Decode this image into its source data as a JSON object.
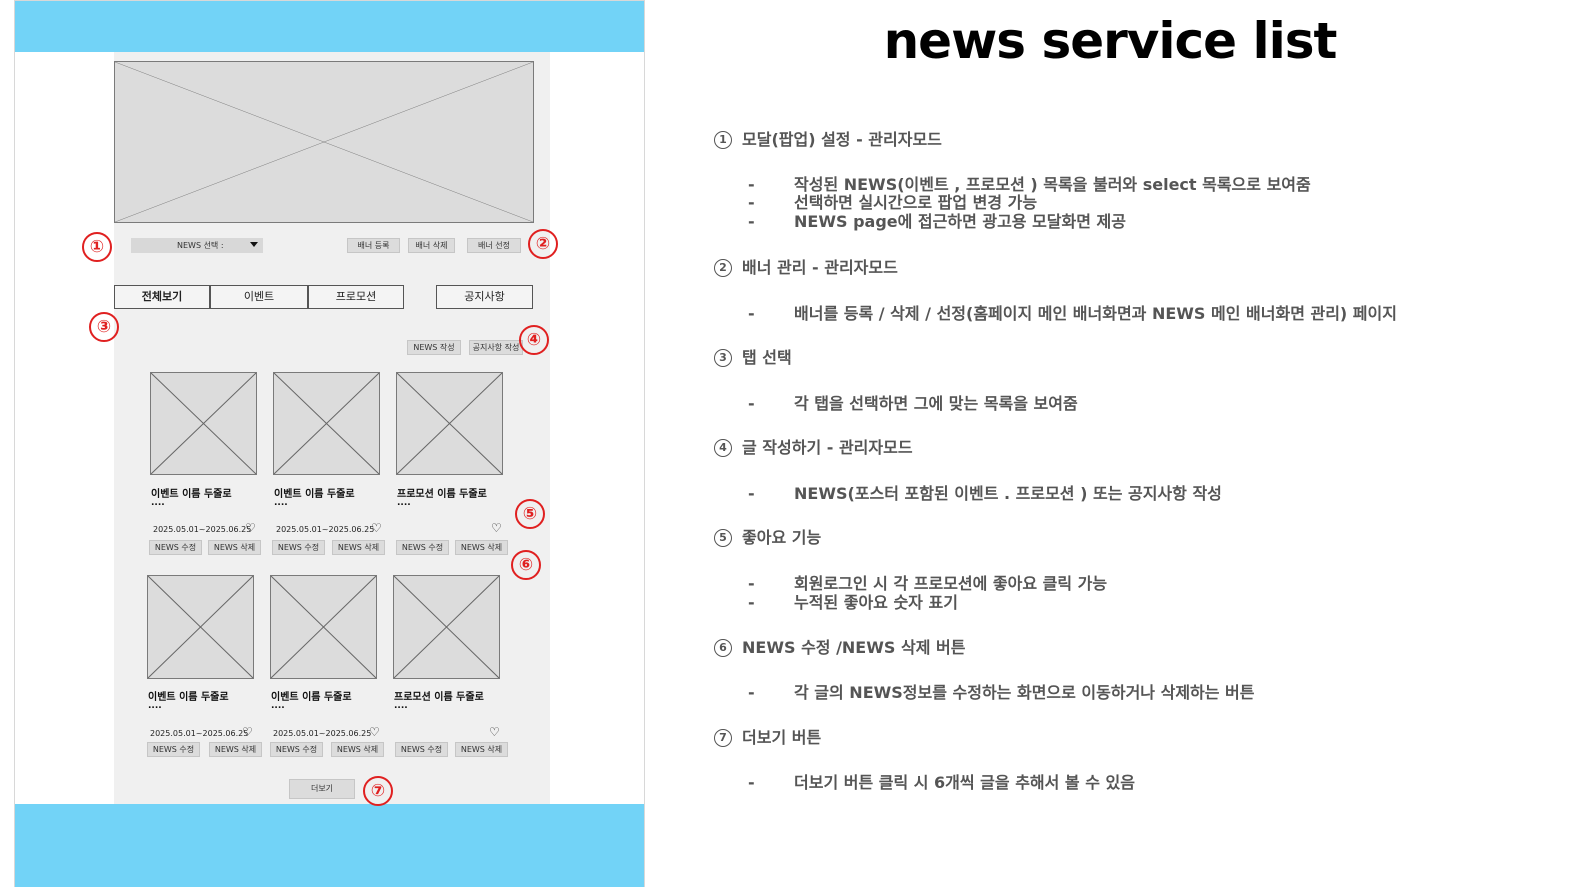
{
  "wireframe": {
    "news_select": "NEWS 선택 :",
    "banner_buttons": [
      "배너 등록",
      "배너 삭제",
      "배너 선정"
    ],
    "tabs": [
      "전체보기",
      "이벤트",
      "프로모션"
    ],
    "notice_tab": "공지사항",
    "write_buttons": [
      "NEWS 작성",
      "공지사항 작성"
    ],
    "cards_row1": [
      {
        "title": "이벤트 이름 두줄로",
        "dots": "....",
        "date": "2025.05.01~2025.06.25",
        "heart": "♡",
        "edit": "NEWS 수정",
        "delete": "NEWS 삭제"
      },
      {
        "title": "이벤트 이름 두줄로",
        "dots": "....",
        "date": "2025.05.01~2025.06.25",
        "heart": "♡",
        "edit": "NEWS 수정",
        "delete": "NEWS 삭제"
      },
      {
        "title": "프로모션 이름 두줄로",
        "dots": "....",
        "date": "",
        "heart": "♡",
        "edit": "NEWS 수정",
        "delete": "NEWS 삭제"
      }
    ],
    "cards_row2": [
      {
        "title": "이벤트 이름 두줄로",
        "dots": "....",
        "date": "2025.05.01~2025.06.25",
        "heart": "♡",
        "edit": "NEWS 수정",
        "delete": "NEWS 삭제"
      },
      {
        "title": "이벤트 이름 두줄로",
        "dots": "....",
        "date": "2025.05.01~2025.06.25",
        "heart": "♡",
        "edit": "NEWS 수정",
        "delete": "NEWS 삭제"
      },
      {
        "title": "프로모션 이름 두줄로",
        "dots": "....",
        "date": "",
        "heart": "♡",
        "edit": "NEWS 수정",
        "delete": "NEWS 삭제"
      }
    ],
    "more_button": "더보기",
    "badges": [
      "①",
      "②",
      "③",
      "④",
      "⑤",
      "⑥",
      "⑦"
    ],
    "accent_color": "#72d3f7",
    "badge_color": "#e02020"
  },
  "doc": {
    "title": "news service list",
    "sections": [
      {
        "num": "1",
        "head": "모달(팝업) 설정  - 관리자모드",
        "bullets": [
          "작성된  NEWS(이벤트 , 프로모션 ) 목록을  불러와  select 목록으로  보여줌",
          "선택하면  실시간으로  팝업  변경  가능",
          "NEWS page에  접근하면  광고용  모달화면  제공"
        ]
      },
      {
        "num": "2",
        "head": "배너  관리  - 관리자모드",
        "bullets": [
          "배너를  등록 /  삭제 /  선정(홈페이지  메인  배너화면과  NEWS 메인  배너화면  관리)  페이지"
        ]
      },
      {
        "num": "3",
        "head": "탭  선택",
        "bullets": [
          "각  탭을  선택하면  그에  맞는  목록을  보여줌"
        ]
      },
      {
        "num": "4",
        "head": "글  작성하기  - 관리자모드",
        "bullets": [
          "NEWS(포스터  포함된  이벤트 .  프로모션 )  또는  공지사항  작성"
        ]
      },
      {
        "num": "5",
        "head": "좋아요  기능",
        "bullets": [
          "회원로그인  시  각  프로모션에  좋아요  클릭  가능",
          "누적된  좋아요  숫자  표기"
        ]
      },
      {
        "num": "6",
        "head": "NEWS 수정 /NEWS 삭제  버튼",
        "bullets": [
          "각  글의  NEWS정보를  수정하는  화면으로  이동하거나  삭제하는  버튼"
        ]
      },
      {
        "num": "7",
        "head": "더보기  버튼",
        "bullets": [
          "더보기  버튼  클릭  시  6개씩  글을  추해서  볼  수  있음"
        ]
      }
    ]
  }
}
